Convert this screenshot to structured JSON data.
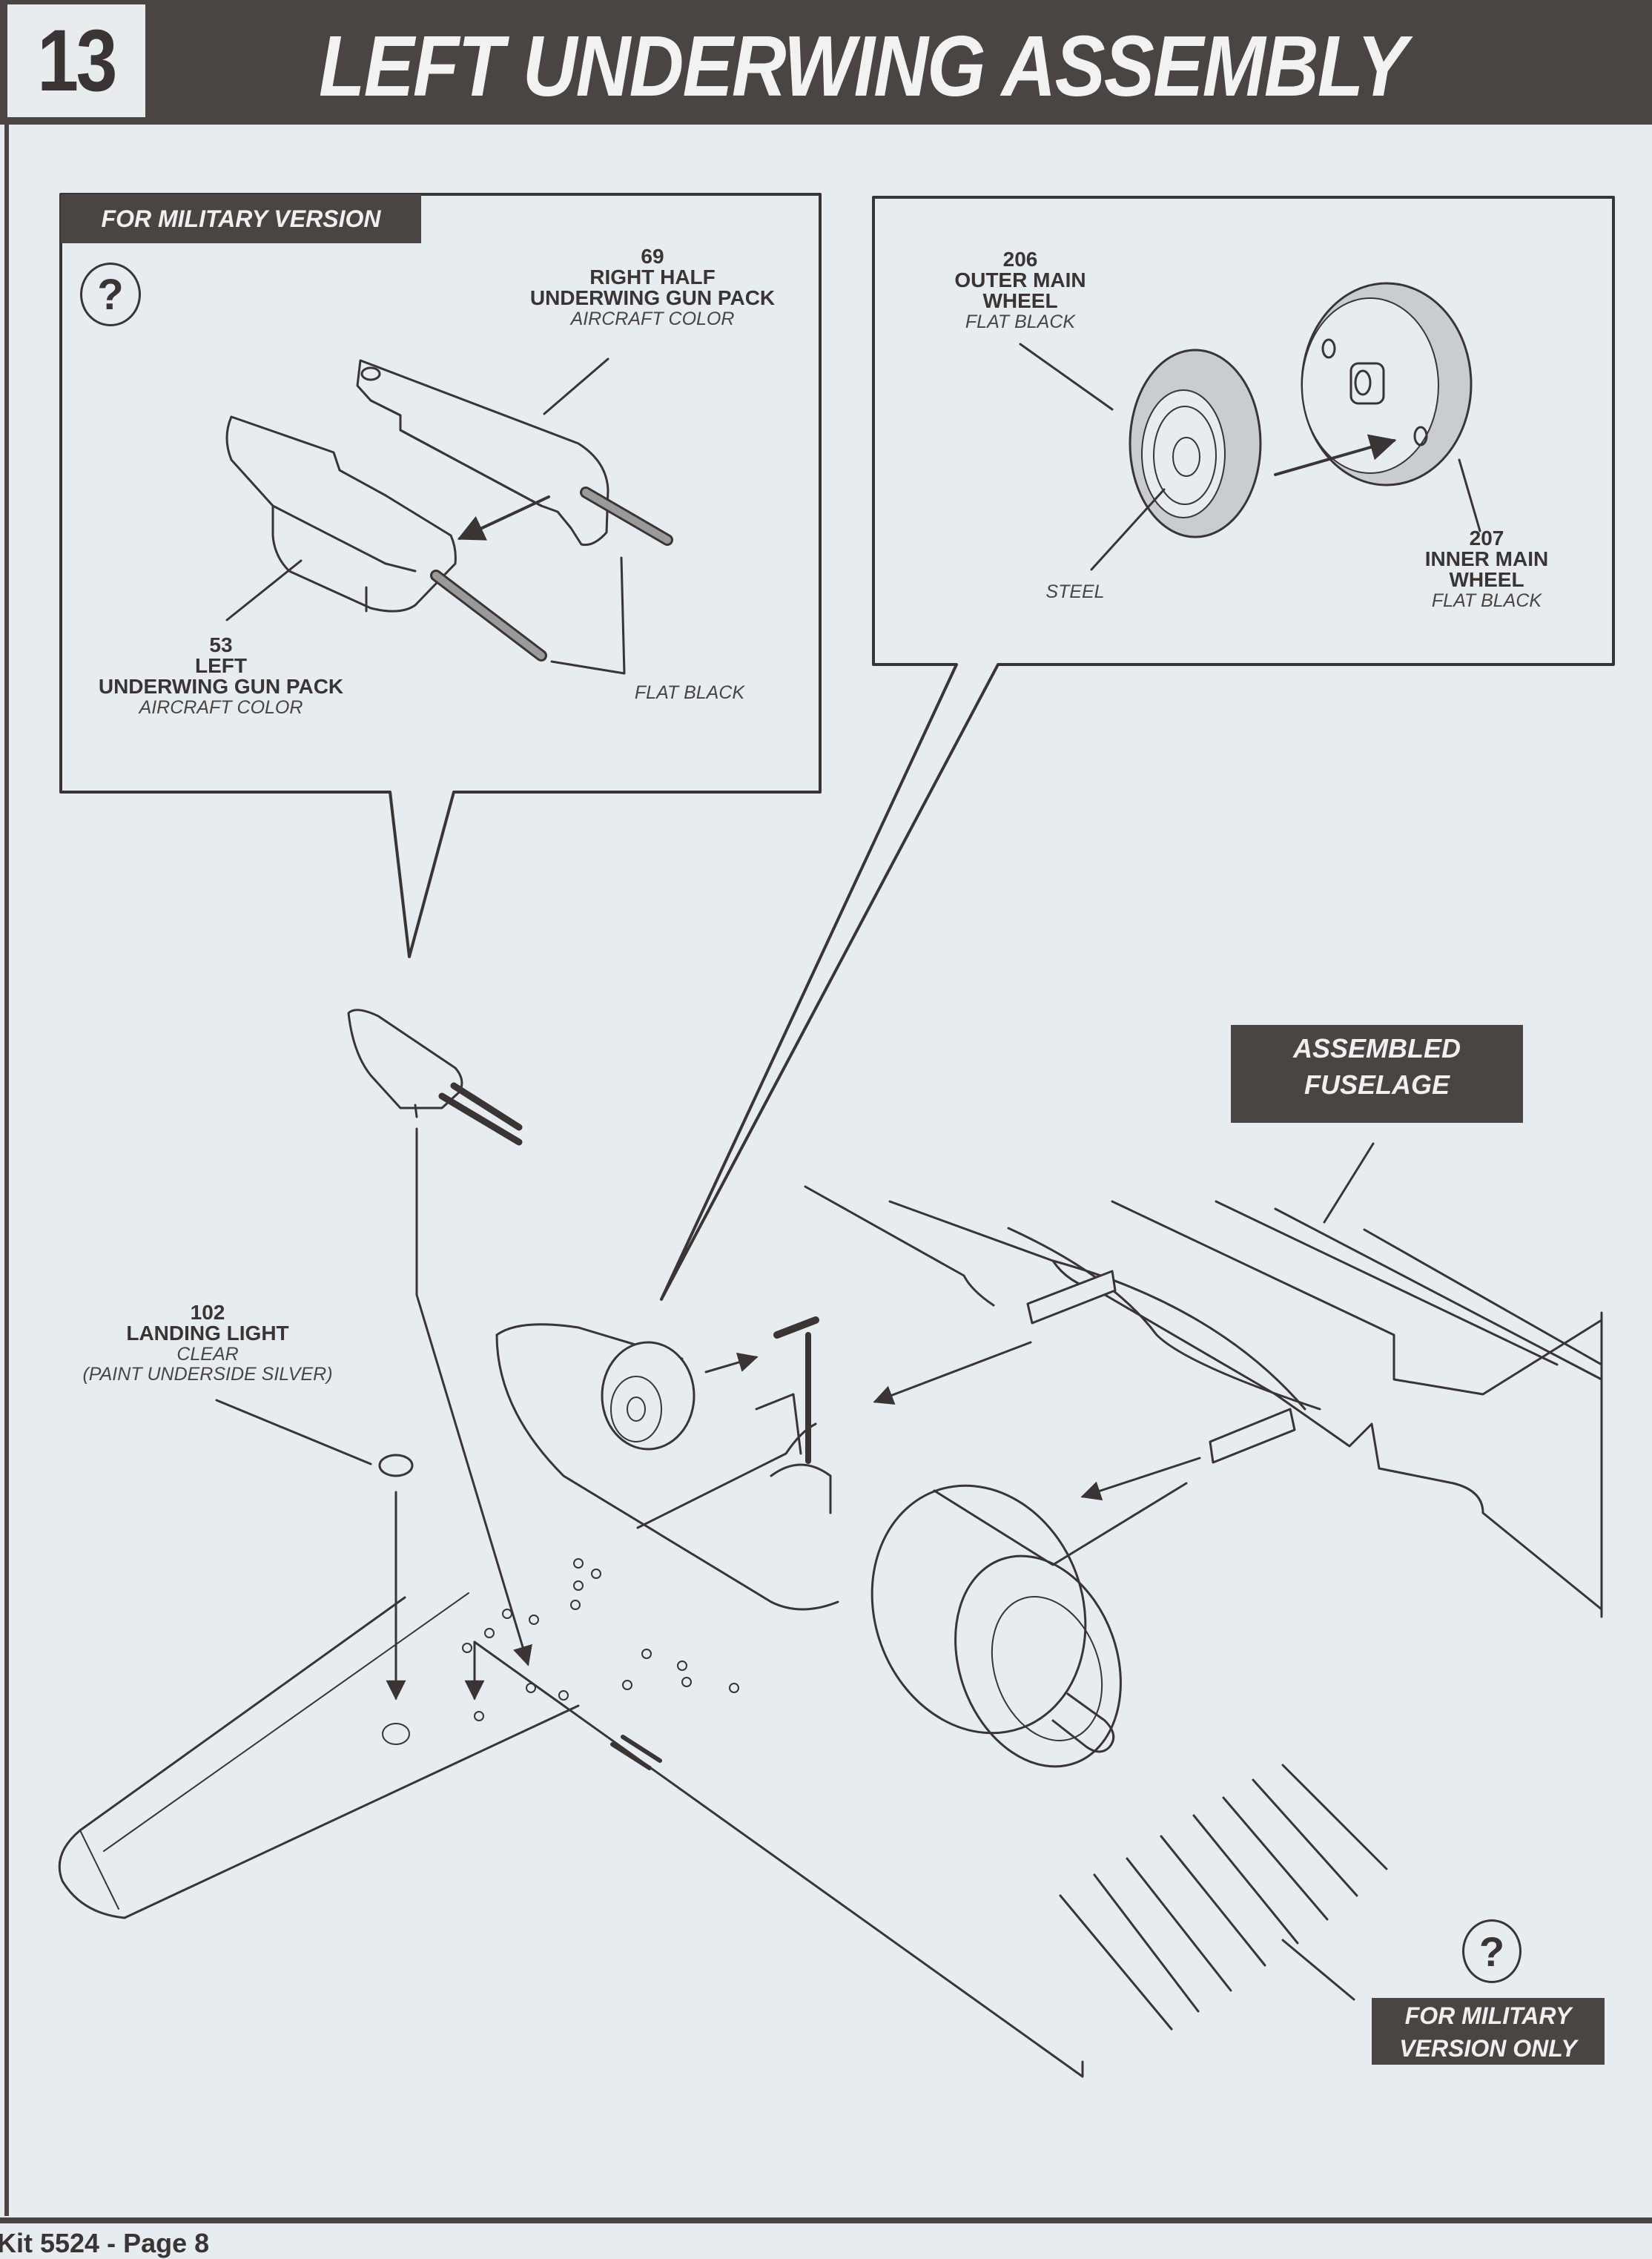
{
  "header": {
    "step_number": "13",
    "title": "LEFT UNDERWING ASSEMBLY"
  },
  "gun_pack_callout": {
    "banner": "FOR MILITARY VERSION",
    "help_icon": "question-circle-icon",
    "help_symbol": "?",
    "parts": [
      {
        "number": "69",
        "name_lines": [
          "RIGHT HALF",
          "UNDERWING GUN PACK"
        ],
        "color": "AIRCRAFT COLOR"
      },
      {
        "number": "53",
        "name_lines": [
          "LEFT",
          "UNDERWING GUN PACK"
        ],
        "color": "AIRCRAFT COLOR"
      }
    ],
    "barrels_color": "FLAT BLACK"
  },
  "wheel_callout": {
    "parts": [
      {
        "number": "206",
        "name_lines": [
          "OUTER MAIN",
          "WHEEL"
        ],
        "color": "FLAT BLACK"
      },
      {
        "number": "207",
        "name_lines": [
          "INNER MAIN",
          "WHEEL"
        ],
        "color": "FLAT BLACK"
      }
    ],
    "hub_color": "STEEL"
  },
  "landing_light": {
    "number": "102",
    "name": "LANDING LIGHT",
    "color": "CLEAR",
    "note": "(PAINT UNDERSIDE SILVER)"
  },
  "fuselage_label": {
    "lines": [
      "ASSEMBLED",
      "FUSELAGE"
    ]
  },
  "rockets_label": {
    "lines": [
      "FOR MILITARY",
      "VERSION ONLY"
    ],
    "help_icon": "question-circle-icon",
    "help_symbol": "?"
  },
  "footer": {
    "text": "Kit 5524 - Page 8"
  },
  "colors": {
    "ink": "#3a3534",
    "banner": "#4a4442",
    "paper": "#e6ecef",
    "banner_text": "#f0f0f0"
  }
}
